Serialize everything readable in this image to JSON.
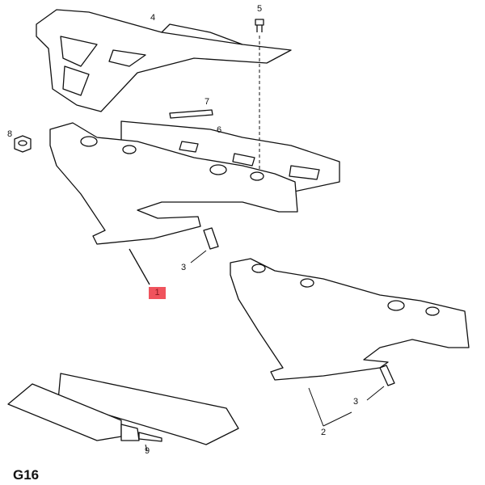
{
  "diagram_code": "G16",
  "callouts": {
    "c1": "1",
    "c2": "2",
    "c3a": "3",
    "c3b": "3",
    "c4": "4",
    "c5": "5",
    "c6": "6",
    "c7": "7",
    "c8": "8",
    "c9": "9"
  },
  "highlight_color": "#f0535d"
}
